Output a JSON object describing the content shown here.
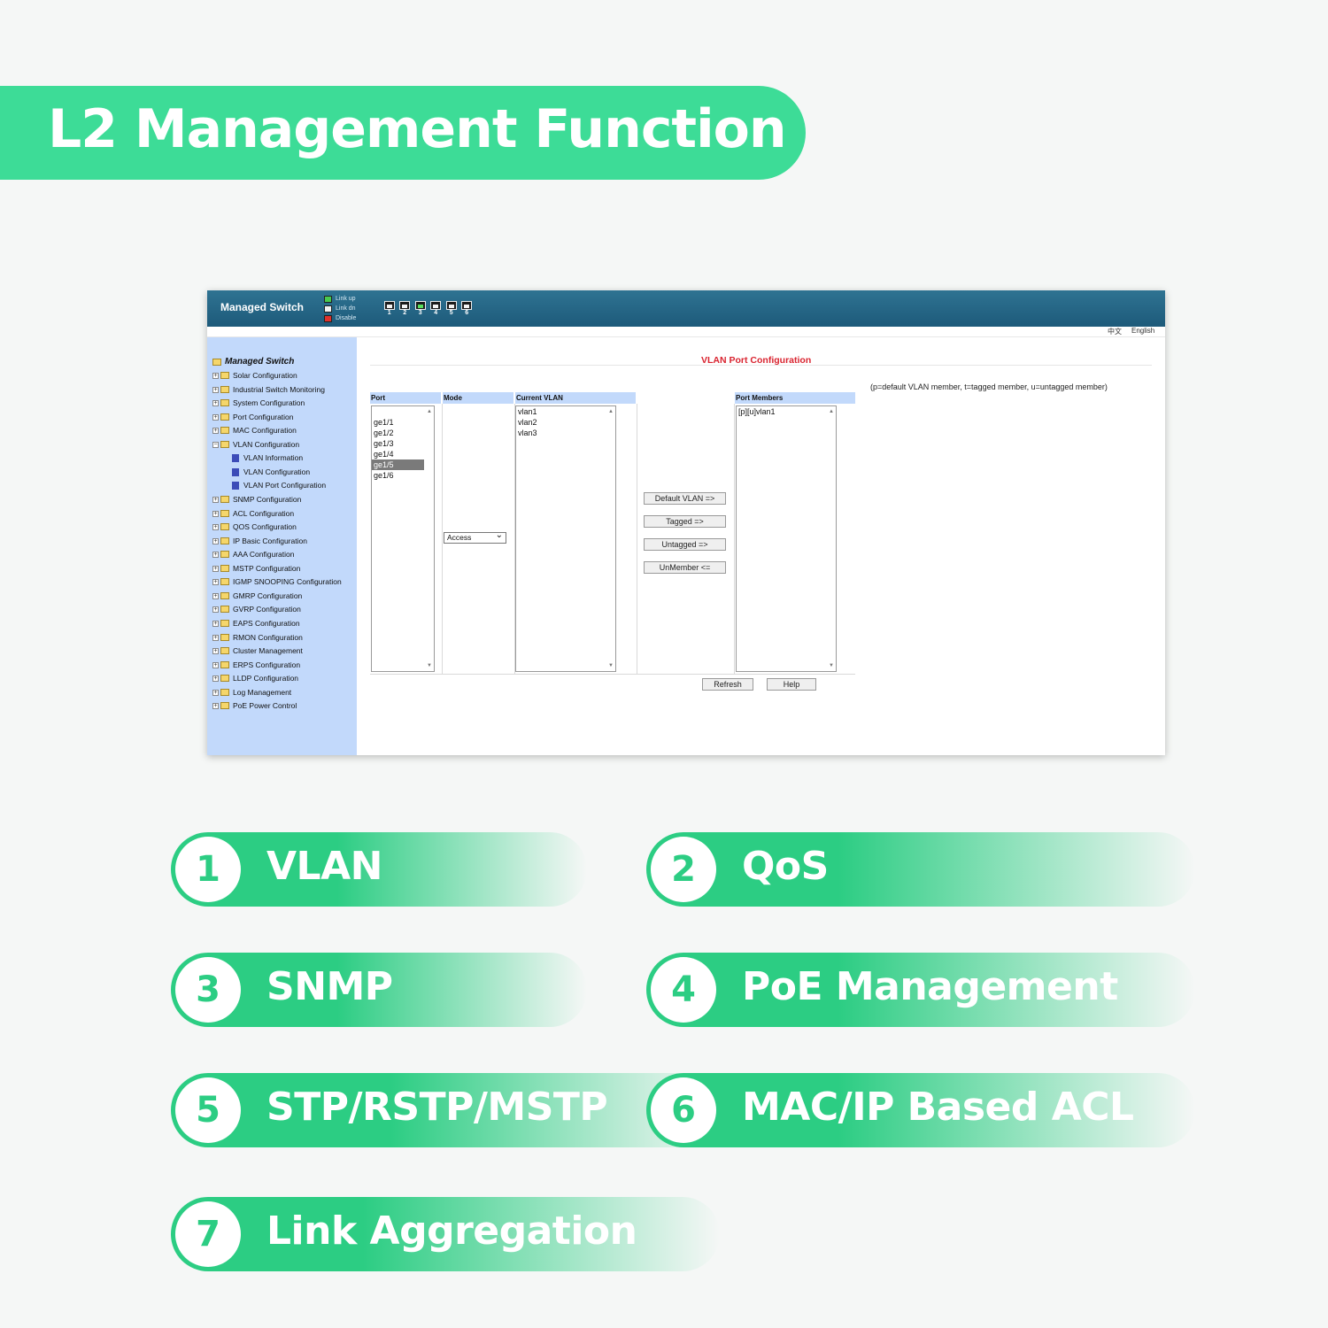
{
  "banner": {
    "title": "L2 Management Function"
  },
  "app": {
    "brand": "Managed Switch",
    "legend": [
      {
        "label": "Link up",
        "color": "#49c94e"
      },
      {
        "label": "Link dn",
        "color": "#f2f2f2"
      },
      {
        "label": "Disable",
        "color": "#e0322d"
      }
    ],
    "ports": [
      {
        "num": "1",
        "state": "dn"
      },
      {
        "num": "2",
        "state": "dn"
      },
      {
        "num": "3",
        "state": "up"
      },
      {
        "num": "4",
        "state": "dn"
      },
      {
        "num": "5",
        "state": "dn"
      },
      {
        "num": "6",
        "state": "dn"
      }
    ],
    "lang": {
      "zh": "中文",
      "en": "English"
    },
    "sidebar": {
      "root": "Managed Switch",
      "items": [
        "Solar Configuration",
        "Industrial Switch Monitoring",
        "System Configuration",
        "Port Configuration",
        "MAC Configuration",
        "VLAN Configuration",
        "SNMP Configuration",
        "ACL Configuration",
        "QOS Configuration",
        "IP Basic Configuration",
        "AAA Configuration",
        "MSTP Configuration",
        "IGMP SNOOPING Configuration",
        "GMRP Configuration",
        "GVRP Configuration",
        "EAPS Configuration",
        "RMON Configuration",
        "Cluster Management",
        "ERPS Configuration",
        "LLDP Configuration",
        "Log Management",
        "PoE Power Control"
      ],
      "vlan_children": [
        "VLAN Information",
        "VLAN Configuration",
        "VLAN Port Configuration"
      ]
    },
    "page": {
      "title": "VLAN Port Configuration",
      "hint": "(p=default VLAN member, t=tagged member, u=untagged member)",
      "headers": {
        "port": "Port",
        "mode": "Mode",
        "current_vlan": "Current VLAN",
        "members": "Port Members"
      },
      "ports": [
        "ge1/1",
        "ge1/2",
        "ge1/3",
        "ge1/4",
        "ge1/5",
        "ge1/6"
      ],
      "selected_port": "ge1/5",
      "mode": "Access",
      "current_vlans": [
        "vlan1",
        "vlan2",
        "vlan3"
      ],
      "members": [
        "[p][u]vlan1"
      ],
      "buttons": {
        "default_vlan": "Default  VLAN =>",
        "tagged": "Tagged =>",
        "untagged": "Untagged =>",
        "unmember": "UnMember <=",
        "refresh": "Refresh",
        "help": "Help"
      }
    }
  },
  "features": [
    {
      "num": "1",
      "label": "VLAN"
    },
    {
      "num": "2",
      "label": "QoS"
    },
    {
      "num": "3",
      "label": "SNMP"
    },
    {
      "num": "4",
      "label": "PoE Management"
    },
    {
      "num": "5",
      "label": "STP/RSTP/MSTP"
    },
    {
      "num": "6",
      "label": "MAC/IP Based ACL"
    },
    {
      "num": "7",
      "label": "Link Aggregation"
    }
  ]
}
